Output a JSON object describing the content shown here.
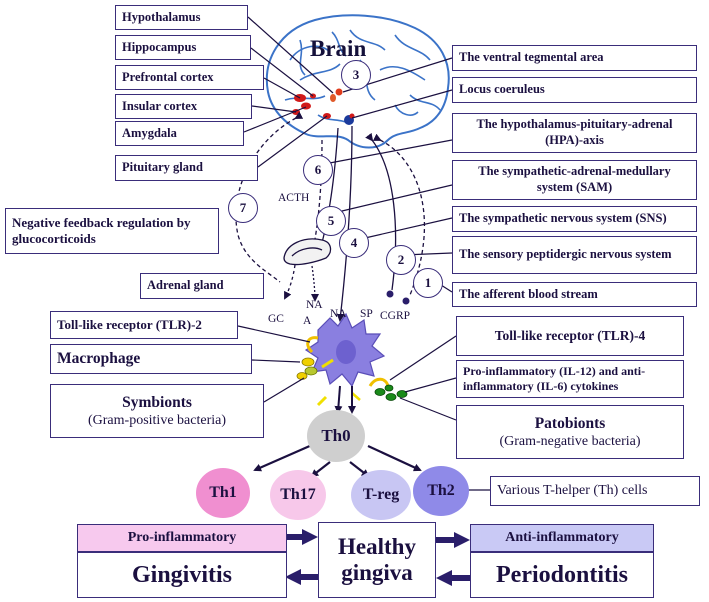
{
  "brain": {
    "title": "Brain"
  },
  "left_labels": [
    "Hypothalamus",
    "Hippocampus",
    "Prefrontal cortex",
    "Insular cortex",
    "Amygdala",
    "Pituitary gland"
  ],
  "right_labels": [
    "The ventral tegmental area",
    "Locus coeruleus",
    "The hypothalamus-pituitary-adrenal (HPA)-axis",
    "The sympathetic-adrenal-medullary system (SAM)",
    "The sympathetic nervous system (SNS)",
    "The sensory peptidergic nervous system",
    "The afferent blood stream"
  ],
  "pathway_numbers": [
    "1",
    "2",
    "3",
    "4",
    "5",
    "6",
    "7"
  ],
  "feedback": "Negative feedback regulation by glucocorticoids",
  "adrenal": "Adrenal gland",
  "small_labels": {
    "acth": "ACTH",
    "gc": "GC",
    "na1": "NA",
    "a": "A",
    "na2": "NA",
    "sp": "SP",
    "cgrp": "CGRP"
  },
  "tlr2": "Toll-like receptor (TLR)-2",
  "tlr4": "Toll-like receptor (TLR)-4",
  "macrophage": "Macrophage",
  "symbionts": {
    "title": "Symbionts",
    "subtitle": "(Gram-positive bacteria)"
  },
  "patobionts": {
    "title": "Patobionts",
    "subtitle": "(Gram-negative bacteria)"
  },
  "cytokines": "Pro-inflammatory (IL-12) and anti-inflammatory (IL-6) cytokines",
  "th0": "Th0",
  "th_cells": [
    {
      "label": "Th1",
      "color": "#f08fd0"
    },
    {
      "label": "Th17",
      "color": "#f7c8ea"
    },
    {
      "label": "T-reg",
      "color": "#c8c6f3"
    },
    {
      "label": "Th2",
      "color": "#8f8ae8"
    }
  ],
  "th_description": "Various T-helper (Th) cells",
  "pro_inflammatory": "Pro-inflammatory",
  "anti_inflammatory": "Anti-inflammatory",
  "healthy": {
    "line1": "Healthy",
    "line2": "gingiva"
  },
  "gingivitis": "Gingivitis",
  "periodontitis": "Periodontitis",
  "colors": {
    "border": "#3a2d7a",
    "pro_header": "#f7c9ee",
    "anti_header": "#c9c9f5",
    "macrophage": "#8a7fe0",
    "th0": "#cfcfcf",
    "brain_lines": "#3b73c8",
    "nuclei_red": "#d11a1a"
  }
}
